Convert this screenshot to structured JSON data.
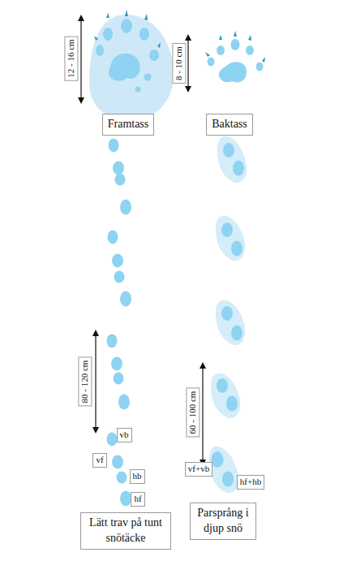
{
  "diagram": {
    "nodes": [
      {
        "text": [
          "Framtass"
        ]
      },
      {
        "text": [
          "Baktass"
        ]
      },
      {
        "text": [
          "Lätt trav på tunt snötäcke"
        ]
      },
      {
        "text": [
          "Parsprång i djup snö"
        ]
      }
    ],
    "labels": [
      "12 - 16 cm",
      "8 - 10 cm",
      "80 - 120 cm",
      "vb",
      "vf",
      "hb",
      "hf",
      "60 - 100 cm",
      "vf+vb",
      "hf+hb"
    ]
  }
}
